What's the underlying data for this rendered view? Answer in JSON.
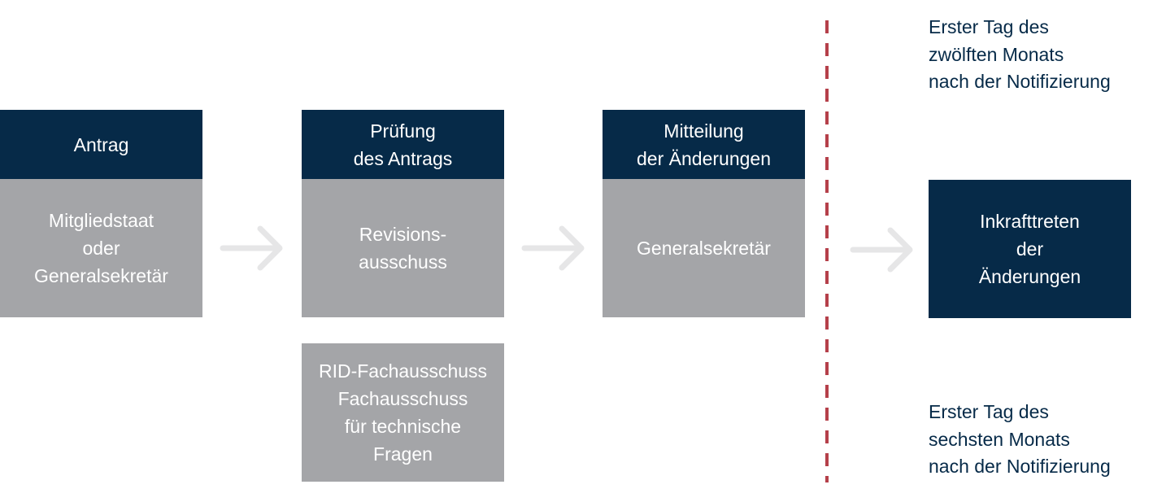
{
  "steps": [
    {
      "header": "Antrag",
      "body": "Mitgliedstaat\noder\nGeneralsekretär"
    },
    {
      "header": "Prüfung\ndes Antrags",
      "body": "Revisions-\nausschuss",
      "extra": "RID-Fachausschuss\nFachausschuss\nfür technische\nFragen"
    },
    {
      "header": "Mitteilung\nder Änderungen",
      "body": "Generalsekretär"
    }
  ],
  "result": {
    "label": "Inkrafttreten\nder\nÄnderungen"
  },
  "notes": {
    "top": "Erster Tag des\nzwölften Monats\nnach der Notifizierung",
    "bottom": "Erster Tag des\nsechsten Monats\nnach der Notifizierung"
  },
  "colors": {
    "header": "#062a48",
    "body": "#a4a5a8",
    "arrow": "#e6e6e7",
    "divider": "#b5404a",
    "note_text": "#062a48"
  }
}
